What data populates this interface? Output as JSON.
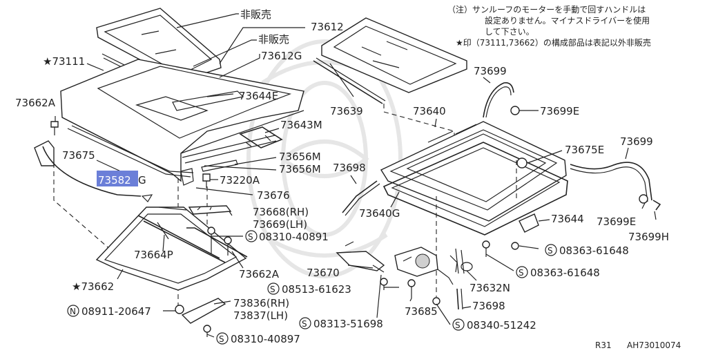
{
  "notes": {
    "line1": "（注）サンルーフのモーターを手動で回すハンドルは",
    "line2": "設定ありません。マイナスドライバーを使用",
    "line3": "して下さい。",
    "line4": "★印（73111,73662）の構成部品は表記以外非販売"
  },
  "footer": {
    "page": "R31",
    "code": "AH73010074"
  },
  "labels": {
    "not_for_sale_1": "非販売",
    "not_for_sale_2": "非販売",
    "p73612": "73612",
    "p73612g": "73612G",
    "p73111": "★73111",
    "p73662a_top": "73662A",
    "p73644e": "73644E",
    "p73643m": "73643M",
    "p73675": "73675",
    "p73582g_box": "73582",
    "p73582g_tail": "G",
    "p73656m_1": "73656M",
    "p73656m_2": "73656M",
    "p73220a": "73220A",
    "p73676": "73676",
    "p73639": "73639",
    "p73640": "73640",
    "p73699_top": "73699",
    "p73699e_top": "73699E",
    "p73675e": "73675E",
    "p73699_right": "73699",
    "p73698_mid": "73698",
    "p73640g": "73640G",
    "p73644": "73644",
    "p73699e_right": "73699E",
    "p73699h": "73699H",
    "p73668": "73668(RH)",
    "p73669": "73669(LH)",
    "s08310_40891": "08310-40891",
    "p73664p": "73664P",
    "p73662a_bot": "73662A",
    "p73662": "★73662",
    "n08911_20647": "08911-20647",
    "p73836": "73836(RH)",
    "p73837": "73837(LH)",
    "s08310_40897": "08310-40897",
    "p73670": "73670",
    "s08513_61623": "08513-61623",
    "s08313_51698": "08313-51698",
    "p73685": "73685",
    "s08340_51242": "08340-51242",
    "p73632n": "73632N",
    "p73698_bot": "73698",
    "s08363_61648_a": "08363-61648",
    "s08363_61648_b": "08363-61648",
    "s_glyph": "S",
    "n_glyph": "N"
  },
  "colors": {
    "highlight": "#6b7fd8",
    "ink": "#222222",
    "watermark": "#e6e6e6"
  }
}
